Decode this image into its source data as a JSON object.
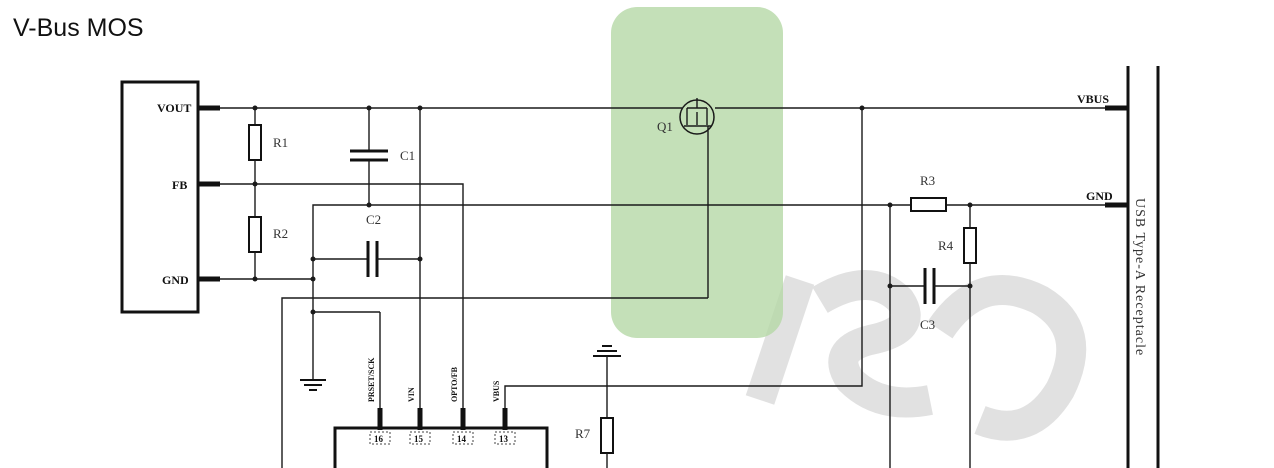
{
  "title": "V-Bus MOS",
  "colors": {
    "highlight": "#b5d8a6",
    "wire": "#1a1a1a",
    "watermark": "#d9d9d9"
  },
  "module": {
    "pins": [
      "VOUT",
      "FB",
      "GND"
    ]
  },
  "components": {
    "r1": "R1",
    "r2": "R2",
    "c1": "C1",
    "c2": "C2",
    "q1": "Q1",
    "r3": "R3",
    "r4": "R4",
    "c3": "C3",
    "r7": "R7"
  },
  "connector": {
    "vbus": "VBUS",
    "gnd": "GND",
    "name": "USB Type-A Receptacle"
  },
  "ic": {
    "pins": [
      {
        "label": "PRSET/SCK",
        "num": "16"
      },
      {
        "label": "VIN",
        "num": "15"
      },
      {
        "label": "OPTO/FB",
        "num": "14"
      },
      {
        "label": "VBUS",
        "num": "13"
      }
    ]
  }
}
